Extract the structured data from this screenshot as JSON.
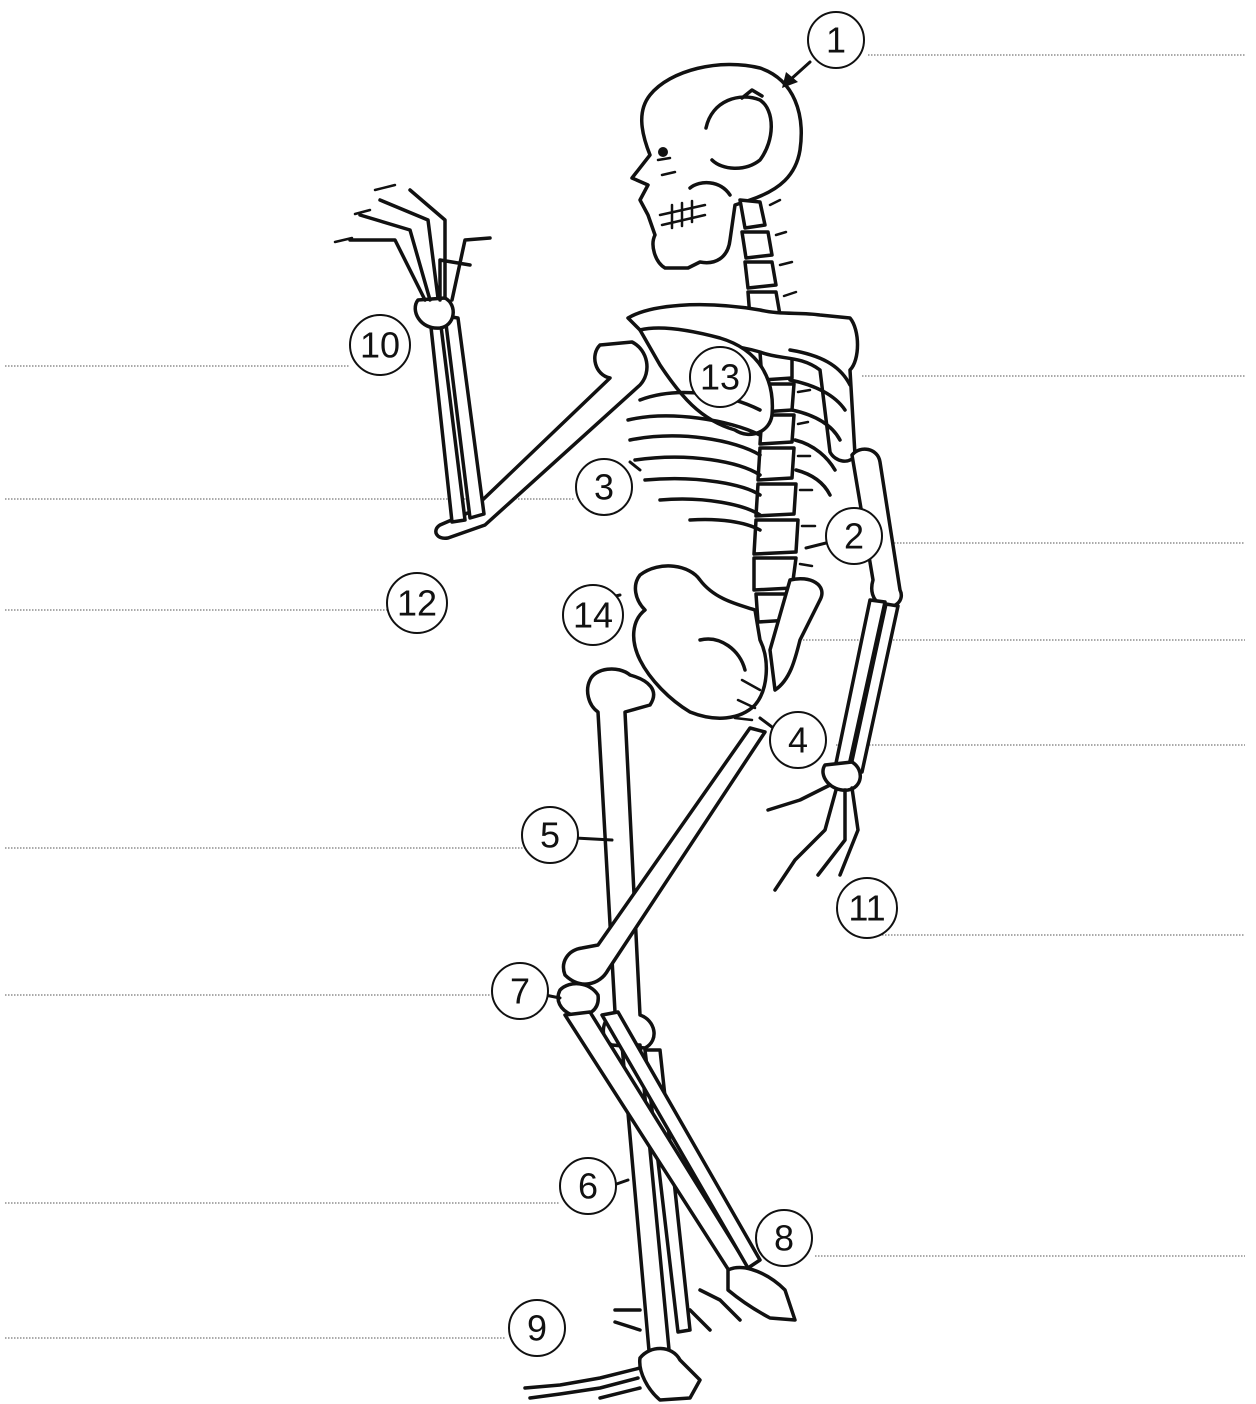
{
  "diagram": {
    "labels": [
      {
        "id": "1",
        "text": "1"
      },
      {
        "id": "2",
        "text": "2"
      },
      {
        "id": "3",
        "text": "3"
      },
      {
        "id": "4",
        "text": "4"
      },
      {
        "id": "5",
        "text": "5"
      },
      {
        "id": "6",
        "text": "6"
      },
      {
        "id": "7",
        "text": "7"
      },
      {
        "id": "8",
        "text": "8"
      },
      {
        "id": "9",
        "text": "9"
      },
      {
        "id": "10",
        "text": "10"
      },
      {
        "id": "11",
        "text": "11"
      },
      {
        "id": "12",
        "text": "12"
      },
      {
        "id": "13",
        "text": "13"
      },
      {
        "id": "14",
        "text": "14"
      }
    ],
    "answer_lines_count": 14
  }
}
